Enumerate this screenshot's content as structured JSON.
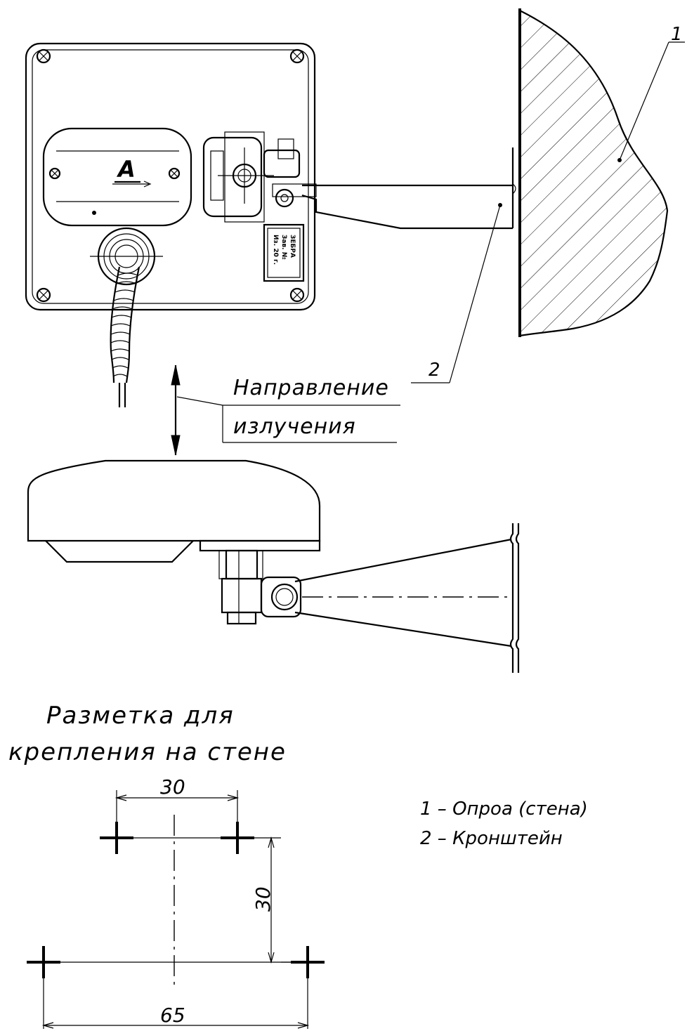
{
  "labels": {
    "wall_number": "1",
    "bracket_number": "2",
    "direction_line1": "Направление",
    "direction_line2": "излучения",
    "view_letter": "А"
  },
  "nameplate": {
    "line1": "ЗЕБРА",
    "line2": "Зав. №",
    "line3": "Из. 20 г."
  },
  "marking": {
    "title_line1": "Разметка для",
    "title_line2": "крепления на стене",
    "dim_top": "30",
    "dim_side": "30",
    "dim_bottom": "65"
  },
  "legend": {
    "item1": "1 – Опроа (стена)",
    "item2": "2 – Кронштейн"
  }
}
